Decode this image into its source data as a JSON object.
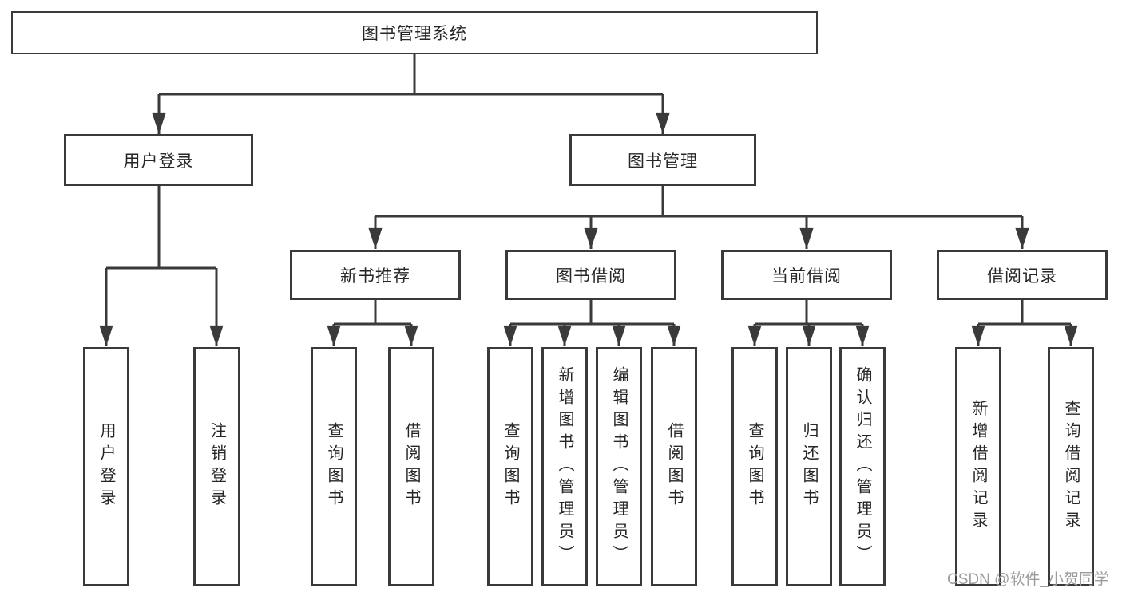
{
  "colors": {
    "line": "#3a3a3a",
    "box_border": "#3a3a3a",
    "text": "#262626",
    "background": "#ffffff",
    "watermark": "#9c9c9c"
  },
  "watermark": "CSDN @软件_小贺同学",
  "tree": {
    "label": "图书管理系统",
    "children": [
      {
        "label": "用户登录",
        "children": [
          {
            "label": "用户登录"
          },
          {
            "label": "注销登录"
          }
        ]
      },
      {
        "label": "图书管理",
        "children": [
          {
            "label": "新书推荐",
            "children": [
              {
                "label": "查询图书"
              },
              {
                "label": "借阅图书"
              }
            ]
          },
          {
            "label": "图书借阅",
            "children": [
              {
                "label": "查询图书"
              },
              {
                "label": "新增图书（管理员）"
              },
              {
                "label": "编辑图书（管理员）"
              },
              {
                "label": "借阅图书"
              }
            ]
          },
          {
            "label": "当前借阅",
            "children": [
              {
                "label": "查询图书"
              },
              {
                "label": "归还图书"
              },
              {
                "label": "确认归还（管理员）"
              }
            ]
          },
          {
            "label": "借阅记录",
            "children": [
              {
                "label": "新增借阅记录"
              },
              {
                "label": "查询借阅记录"
              }
            ]
          }
        ]
      }
    ]
  }
}
